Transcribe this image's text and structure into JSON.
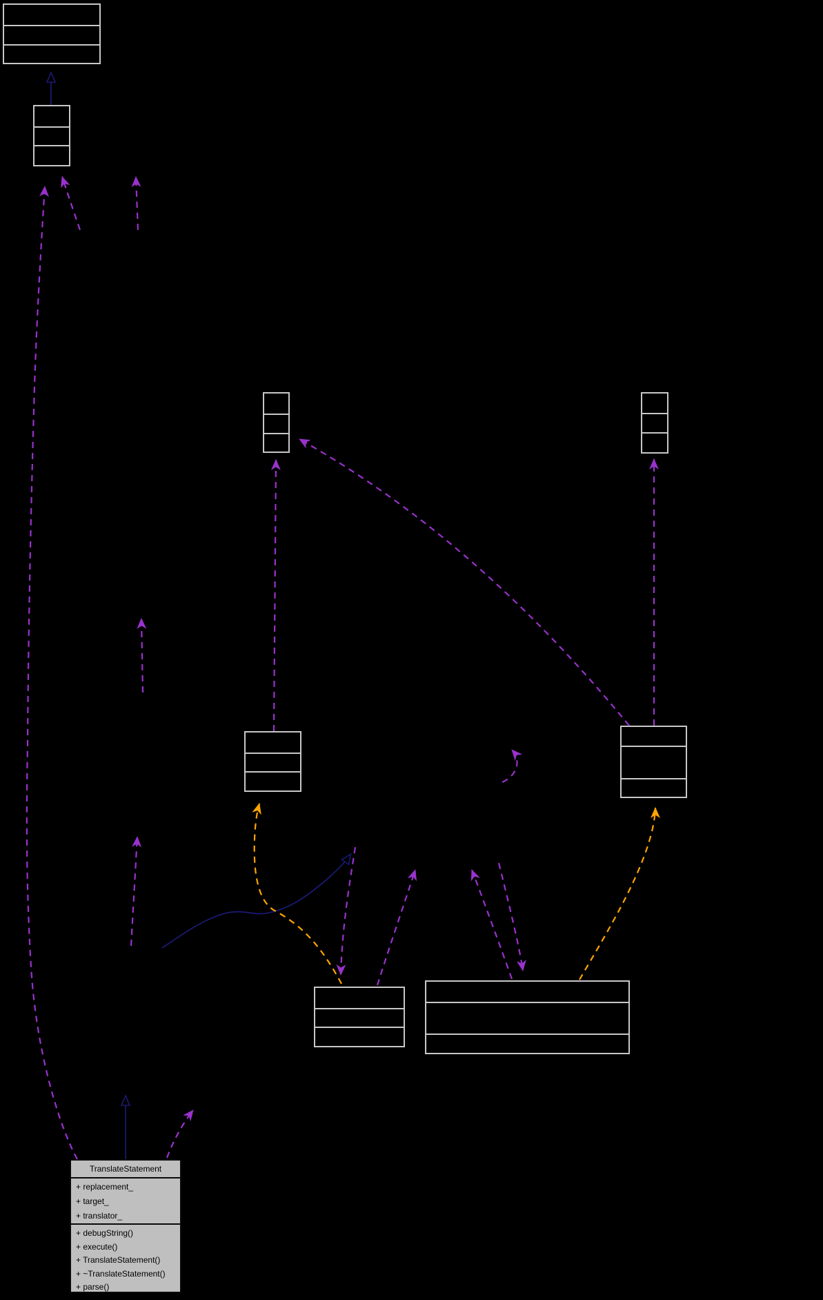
{
  "diagram": {
    "type": "uml-collaboration-graph",
    "background_color": "#000000",
    "colors": {
      "node_border": "#c8c8c8",
      "node_fill": "#000000",
      "usage_edge": "#9932cc",
      "template_edge": "#ffa500",
      "inheritance_edge": "#191970",
      "current_node_fill": "#bfbfbf",
      "current_node_text": "#000000"
    },
    "nodes": [
      {
        "id": "node-top-left",
        "rows": 3,
        "label": ""
      },
      {
        "id": "node-upper-small",
        "rows": 3,
        "label": ""
      },
      {
        "id": "node-mid-left-narrow",
        "rows": 3,
        "label": ""
      },
      {
        "id": "node-mid-right-narrow",
        "rows": 3,
        "label": ""
      },
      {
        "id": "node-center-left",
        "rows": 3,
        "label": ""
      },
      {
        "id": "node-center-right",
        "rows": 3,
        "label": ""
      },
      {
        "id": "node-lower-left",
        "rows": 3,
        "label": ""
      },
      {
        "id": "node-lower-wide",
        "rows": 3,
        "label": ""
      }
    ],
    "translate_statement": {
      "title": "TranslateStatement",
      "attributes": [
        "+ replacement_",
        "+ target_",
        "+ translator_"
      ],
      "methods": [
        "+ debugString()",
        "+ execute()",
        "+ TranslateStatement()",
        "+ ~TranslateStatement()",
        "+ parse()"
      ]
    },
    "edges": [
      {
        "style": "solid-inheritance",
        "color": "#191970",
        "desc": "upper-small node to top-left node, hollow head up"
      },
      {
        "style": "solid-inheritance",
        "color": "#191970",
        "desc": "TranslateStatement up to hidden parent, hollow head up"
      },
      {
        "style": "solid-inheritance",
        "color": "#191970",
        "desc": "curve rising right, hollow head upper-right"
      },
      {
        "style": "dashed-usage",
        "color": "#9932cc",
        "desc": "long left curve from TranslateStatement to upper-small node"
      },
      {
        "style": "dashed-usage",
        "color": "#9932cc",
        "desc": "short diagonal into upper-small node bottom right"
      },
      {
        "style": "dashed-usage",
        "color": "#9932cc",
        "desc": "three floating vertical arrows pointing up"
      },
      {
        "style": "dashed-usage",
        "color": "#9932cc",
        "desc": "vertical center-left node to mid-left-narrow node"
      },
      {
        "style": "dashed-usage",
        "color": "#9932cc",
        "desc": "vertical center-right node to mid-right-narrow node"
      },
      {
        "style": "dashed-usage",
        "color": "#9932cc",
        "desc": "long diagonal center-right node to mid-left-narrow node"
      },
      {
        "style": "dashed-usage",
        "color": "#9932cc",
        "desc": "down into lower-left node; up-right out of lower-left node"
      },
      {
        "style": "dashed-usage",
        "color": "#9932cc",
        "desc": "up-left out of lower-wide node; down into lower-wide node"
      },
      {
        "style": "dashed-usage",
        "color": "#9932cc",
        "desc": "up-right from TranslateStatement top"
      },
      {
        "style": "dashed-usage",
        "color": "#9932cc",
        "desc": "small arc arrow above lower-wide node"
      },
      {
        "style": "dashed-template",
        "color": "#ffa500",
        "desc": "lower-left node to center-left node"
      },
      {
        "style": "dashed-template",
        "color": "#ffa500",
        "desc": "lower-wide node to center-right node"
      }
    ]
  }
}
